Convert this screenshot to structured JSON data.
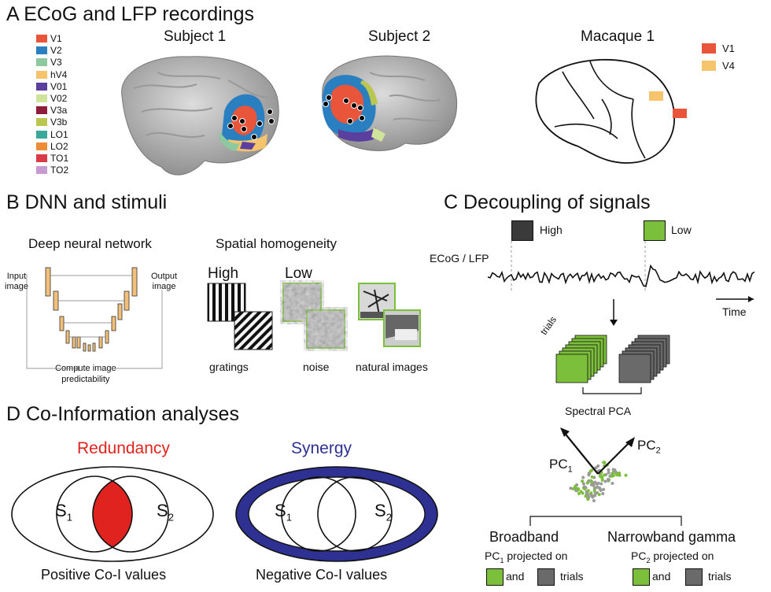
{
  "panelA": {
    "title": "A  ECoG and LFP recordings",
    "subject1": "Subject 1",
    "subject2": "Subject 2",
    "macaque": "Macaque 1",
    "legend": [
      {
        "label": "V1",
        "color": "#e8553b"
      },
      {
        "label": "V2",
        "color": "#2a7fc0"
      },
      {
        "label": "V3",
        "color": "#8dc89e"
      },
      {
        "label": "hV4",
        "color": "#f6c46c"
      },
      {
        "label": "V01",
        "color": "#5b3f9e"
      },
      {
        "label": "V02",
        "color": "#cfe39a"
      },
      {
        "label": "V3a",
        "color": "#8e1c3b"
      },
      {
        "label": "V3b",
        "color": "#b9c750"
      },
      {
        "label": "LO1",
        "color": "#3aa89a"
      },
      {
        "label": "LO2",
        "color": "#ee8d36"
      },
      {
        "label": "TO1",
        "color": "#d93a47"
      },
      {
        "label": "TO2",
        "color": "#c89bd0"
      }
    ],
    "macaque_legend": [
      {
        "label": "V1",
        "color": "#e8553b"
      },
      {
        "label": "V4",
        "color": "#f6c46c"
      }
    ]
  },
  "panelB": {
    "title": "B  DNN and stimuli",
    "dnn_title": "Deep neural network",
    "input_label": "Input\nimage",
    "output_label": "Output\nimage",
    "compute_label": "Compute image\npredictability",
    "spatial_title": "Spatial homogeneity",
    "high": "High",
    "low": "Low",
    "gratings": "gratings",
    "noise": "noise",
    "natural": "natural images"
  },
  "panelC": {
    "title": "C  Decoupling of signals",
    "high": "High",
    "low": "Low",
    "signal_label": "ECoG / LFP",
    "time": "Time",
    "trials": "trials",
    "spectral_pca": "Spectral PCA",
    "pc1": "PC",
    "pc1_sub": "1",
    "pc2": "PC",
    "pc2_sub": "2",
    "broadband": "Broadband",
    "narrowband": "Narrowband gamma",
    "projected_on": "projected on",
    "and": "and",
    "trials2": "trials"
  },
  "panelD": {
    "title": "D  Co-Information analyses",
    "redundancy": "Redundancy",
    "synergy": "Synergy",
    "s": "S",
    "s1_sub": "1",
    "s2_sub": "2",
    "positive": "Positive Co-I values",
    "negative": "Negative Co-I values",
    "redundancy_color": "#e0231f",
    "synergy_color": "#2e3192"
  }
}
